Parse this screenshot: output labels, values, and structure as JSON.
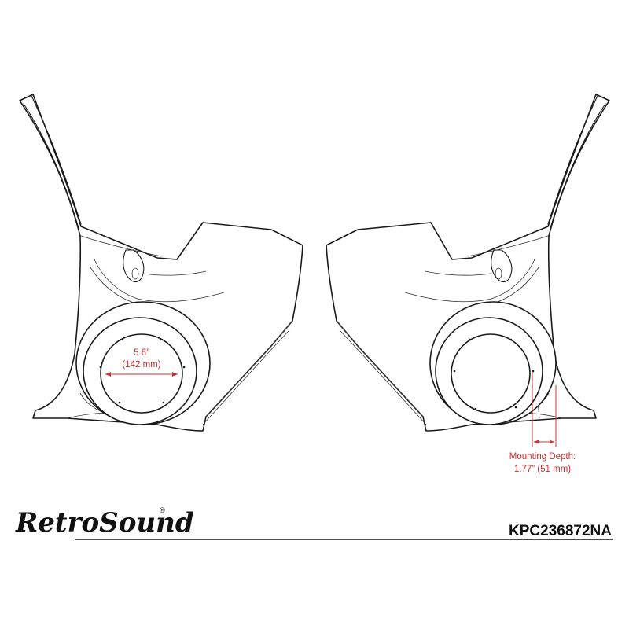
{
  "left_panel": {
    "diameter_line1": "5.6”",
    "diameter_line2": "(142 mm)"
  },
  "right_panel": {
    "depth_line1": "Mounting Depth:",
    "depth_line2": "1.77” (51 mm)"
  },
  "brand": {
    "name": "RetroSound",
    "registered": "®"
  },
  "part_number": "KPC236872NA",
  "colors": {
    "outline": "#1a1a1a",
    "dimension": "#c8312f"
  }
}
